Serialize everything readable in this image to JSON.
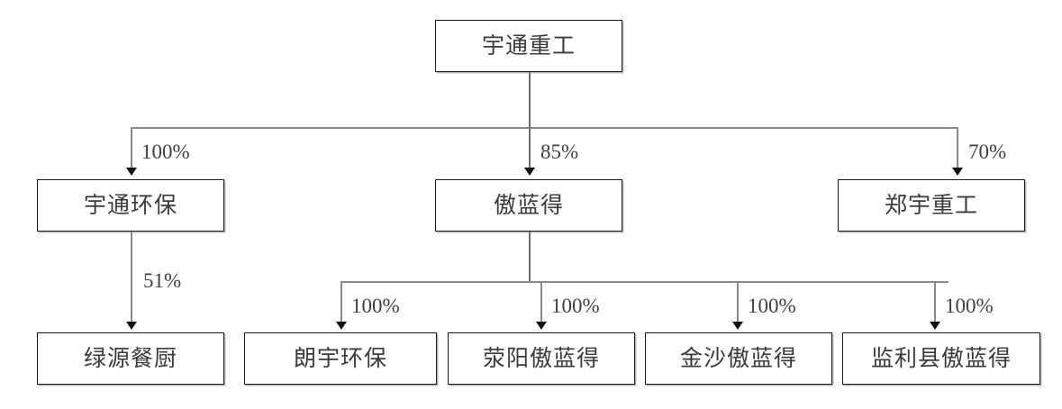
{
  "chart_data": {
    "type": "diagram",
    "title": "",
    "diagram_kind": "organizational-ownership-structure",
    "nodes": [
      {
        "id": "yutong-heavy",
        "label": "宇通重工",
        "level": 0
      },
      {
        "id": "yutong-huanbao",
        "label": "宇通环保",
        "level": 1
      },
      {
        "id": "aolande",
        "label": "傲蓝得",
        "level": 1
      },
      {
        "id": "zhengyu-heavy",
        "label": "郑宇重工",
        "level": 1
      },
      {
        "id": "lvyuan-canchu",
        "label": "绿源餐厨",
        "level": 2
      },
      {
        "id": "langyu-huanbao",
        "label": "朗宇环保",
        "level": 2
      },
      {
        "id": "xingyang-aolande",
        "label": "荥阳傲蓝得",
        "level": 2
      },
      {
        "id": "jinsha-aolande",
        "label": "金沙傲蓝得",
        "level": 2
      },
      {
        "id": "jianlixian-aolande",
        "label": "监利县傲蓝得",
        "level": 2
      }
    ],
    "edges": [
      {
        "from": "yutong-heavy",
        "to": "yutong-huanbao",
        "label": "100%"
      },
      {
        "from": "yutong-heavy",
        "to": "aolande",
        "label": "85%"
      },
      {
        "from": "yutong-heavy",
        "to": "zhengyu-heavy",
        "label": "70%"
      },
      {
        "from": "yutong-huanbao",
        "to": "lvyuan-canchu",
        "label": "51%"
      },
      {
        "from": "aolande",
        "to": "langyu-huanbao",
        "label": "100%"
      },
      {
        "from": "aolande",
        "to": "xingyang-aolande",
        "label": "100%"
      },
      {
        "from": "aolande",
        "to": "jinsha-aolande",
        "label": "100%"
      },
      {
        "from": "aolande",
        "to": "jianlixian-aolande",
        "label": "100%"
      }
    ],
    "colors": {
      "box_border": "#1a1a1a",
      "box_shadow": "#b8b8b8",
      "connector": "#8a8a8a",
      "arrow": "#111111",
      "text": "#3b3b3b",
      "background": "#ffffff"
    }
  },
  "nodes": {
    "root": {
      "label": "宇通重工"
    },
    "yutong_huanbao": {
      "label": "宇通环保"
    },
    "aolande": {
      "label": "傲蓝得"
    },
    "zhengyu_heavy": {
      "label": "郑宇重工"
    },
    "lvyuan_canchu": {
      "label": "绿源餐厨"
    },
    "langyu_huanbao": {
      "label": "朗宇环保"
    },
    "xingyang_aolande": {
      "label": "荥阳傲蓝得"
    },
    "jinsha_aolande": {
      "label": "金沙傲蓝得"
    },
    "jianli_aolande": {
      "label": "监利县傲蓝得"
    }
  },
  "edge_labels": {
    "root_to_yutong_huanbao": "100%",
    "root_to_aolande": "85%",
    "root_to_zhengyu": "70%",
    "huanbao_to_lvyuan": "51%",
    "aolande_to_langyu": "100%",
    "aolande_to_xingyang": "100%",
    "aolande_to_jinsha": "100%",
    "aolande_to_jianli": "100%"
  }
}
